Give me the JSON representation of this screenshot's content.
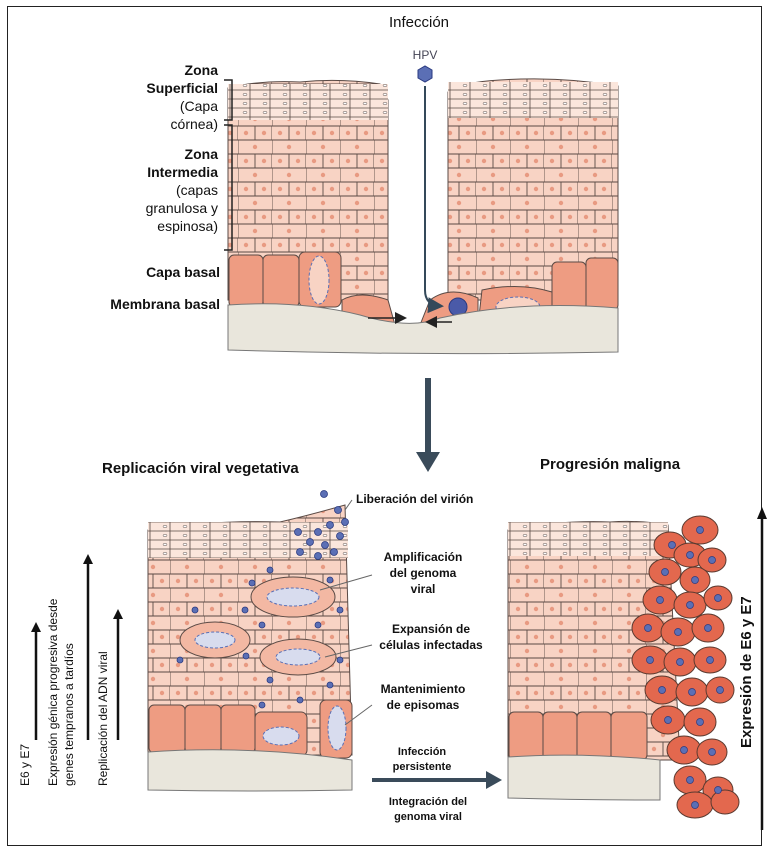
{
  "title": "Infección",
  "virus_label": "HPV",
  "layers": {
    "superficial": [
      "Zona",
      "Superficial",
      "(Capa",
      "córnea)"
    ],
    "intermedia": [
      "Zona",
      "Intermedia",
      "(capas",
      "granulosa y",
      "espinosa)"
    ],
    "basal": "Capa basal",
    "membrana": "Membrana basal"
  },
  "stage_titles": {
    "vegetativa": "Replicación viral vegetativa",
    "maligna": "Progresión maligna"
  },
  "vegetativa_labels": {
    "liberacion": "Liberación del virión",
    "amplificacion": [
      "Amplificación",
      "del genoma",
      "viral"
    ],
    "expansion": [
      "Expansión de",
      "células infectadas"
    ],
    "mantenimiento": [
      "Mantenimiento",
      "de episomas"
    ]
  },
  "transition_labels": {
    "persistente": [
      "Infección",
      "persistente"
    ],
    "integracion": [
      "Integración del",
      "genoma viral"
    ]
  },
  "side_arrows": {
    "e6e7": "E6 y E7",
    "expresion_genica": [
      "Expresión génica progresiva desde",
      "genes tempranos a tardíos"
    ],
    "replicacion": "Replicación del ADN viral",
    "expresion_e6e7": "Expresión de E6 y E7"
  },
  "colors": {
    "cell_fill": "#f8d3c4",
    "cell_stroke": "#5a4a45",
    "basal_fill": "#ee9c82",
    "malignant_fill": "#e3684e",
    "virus": "#5b6fb5",
    "arrow": "#34495a",
    "membrane": "#e9e6dc"
  }
}
